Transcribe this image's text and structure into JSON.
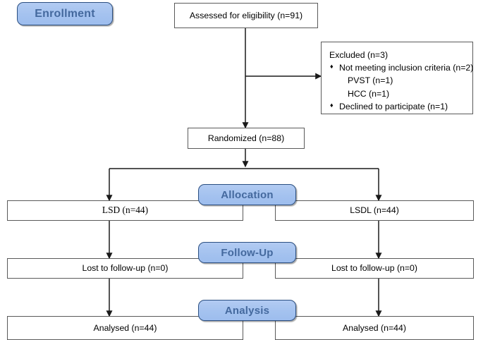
{
  "diagram": {
    "title": "CONSORT participant flow diagram",
    "accent_blue": "#a4c2ef",
    "accent_blue_border": "#2b4f81",
    "accent_blue_text": "#44699e",
    "box_border": "#5a5a5a",
    "background": "#ffffff"
  },
  "stages": {
    "enrollment": "Enrollment",
    "allocation": "Allocation",
    "followup": "Follow-Up",
    "analysis": "Analysis"
  },
  "nodes": {
    "assessed": "Assessed for eligibility (n=91)",
    "randomized": "Randomized (n=88)",
    "alloc_left": "LSD (n=44)",
    "alloc_right": "LSDL (n=44)",
    "follow_left": "Lost to follow-up (n=0)",
    "follow_right": "Lost to follow-up (n=0)",
    "analysed_left": "Analysed (n=44)",
    "analysed_right": "Analysed (n=44)"
  },
  "excluded": {
    "heading": "Excluded (n=3)",
    "bullet_marker": "♦",
    "items": [
      {
        "label": "Not meeting inclusion criteria (n=2)",
        "sub": [
          "PVST (n=1)",
          "HCC (n=1)"
        ]
      },
      {
        "label": "Declined to participate (n=1)",
        "sub": []
      }
    ]
  },
  "chart_data": {
    "type": "diagram",
    "flow": "CONSORT",
    "stages": [
      "Enrollment",
      "Allocation",
      "Follow-Up",
      "Analysis"
    ],
    "counts": {
      "assessed": 91,
      "excluded_total": 3,
      "excluded_not_meeting_criteria": 2,
      "excluded_pvst": 1,
      "excluded_hcc": 1,
      "excluded_declined": 1,
      "randomized": 88,
      "lsd_allocated": 44,
      "lsdl_allocated": 44,
      "lsd_lost_followup": 0,
      "lsdl_lost_followup": 0,
      "lsd_analysed": 44,
      "lsdl_analysed": 44
    },
    "arms": [
      "LSD",
      "LSDL"
    ]
  }
}
